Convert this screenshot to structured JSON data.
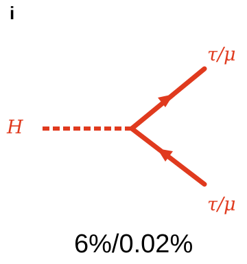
{
  "panel_label": "i",
  "particles": {
    "initial": "H",
    "final_top": "τ/μ",
    "final_bottom": "τ/μ"
  },
  "branching_ratio": "6%/0.02%",
  "colors": {
    "line": "#e03a1e",
    "text": "#000000"
  }
}
